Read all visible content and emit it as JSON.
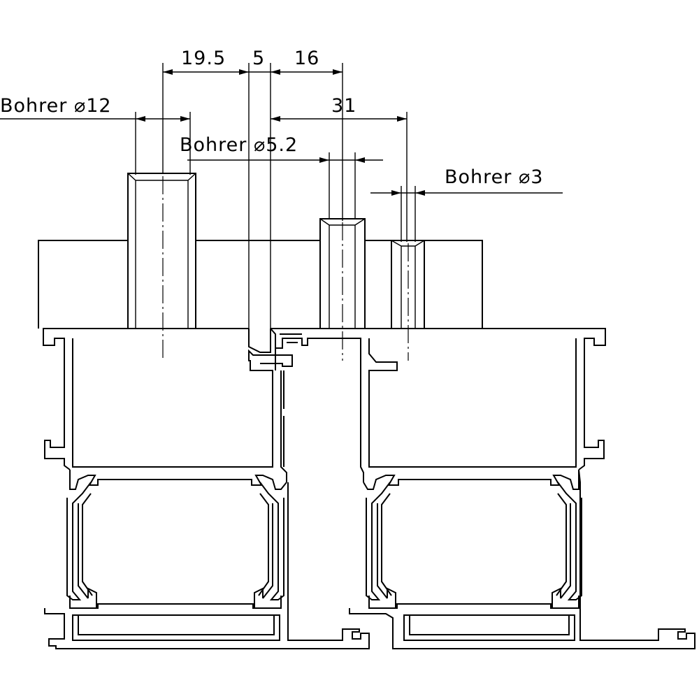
{
  "dimensions": {
    "d1": "19.5",
    "d2": "5",
    "d3": "16",
    "d4": "31"
  },
  "drills": {
    "d12": "Bohrer ⌀12",
    "d5": "Bohrer ⌀5.2",
    "d3": "Bohrer ⌀3"
  },
  "colors": {
    "line": "#000000",
    "background": "#ffffff"
  }
}
